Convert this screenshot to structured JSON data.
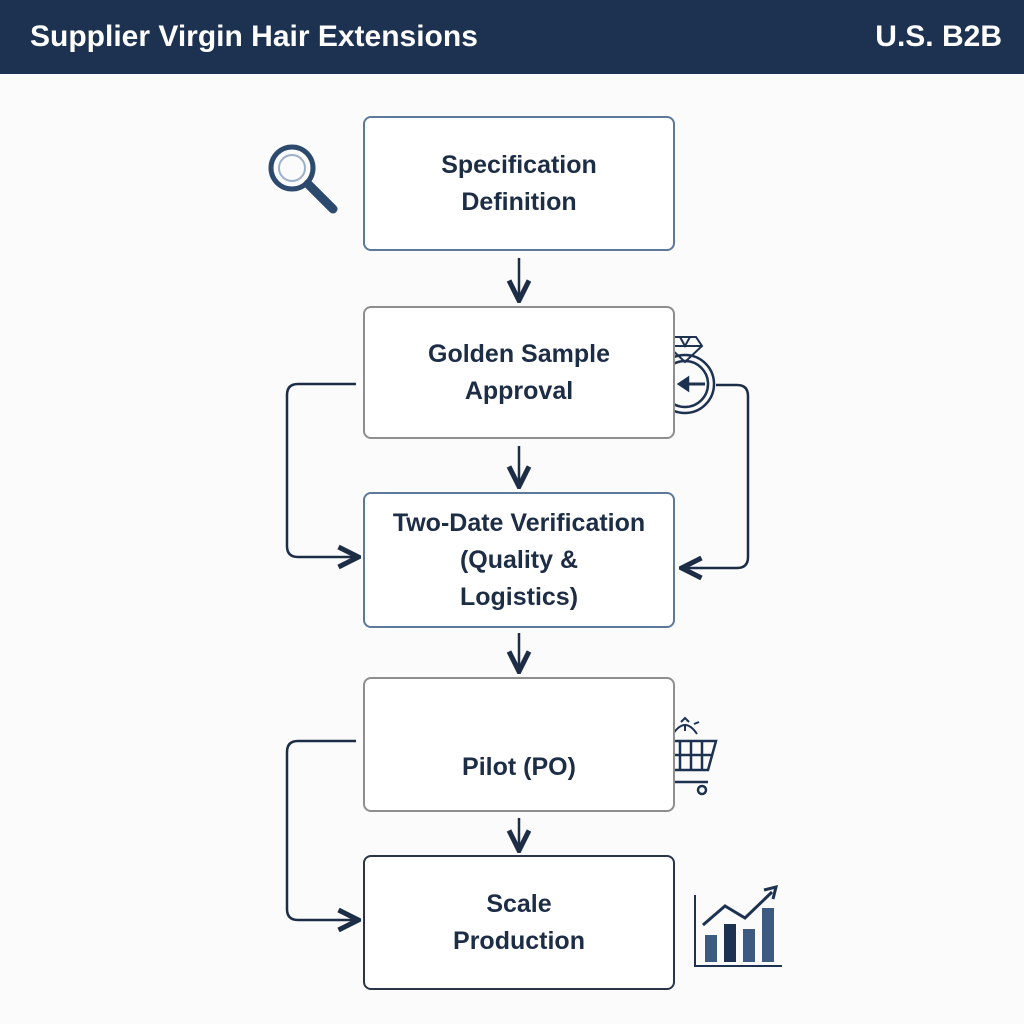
{
  "header": {
    "title": "Supplier Virgin Hair Extensions",
    "region": "U.S. B2B"
  },
  "steps": [
    {
      "line1": "Specification",
      "line2": "Definition",
      "icon": "magnifier-icon"
    },
    {
      "line1": "Golden Sample",
      "line2": "Approval",
      "icon": "diamond-ring-icon"
    },
    {
      "line1": "Two-Date Verification",
      "line2": "(Quality &",
      "line3": "Logistics)"
    },
    {
      "line1": "Pilot (PO)",
      "icon": "calendar-truck-icon",
      "side_icon": "shopping-cart-icon"
    },
    {
      "line1": "Scale",
      "line2": "Production",
      "icon": "bar-chart-growth-icon"
    }
  ],
  "colors": {
    "header": "#1d3150",
    "ink": "#1d2d45",
    "accent": "#3d5a80"
  }
}
